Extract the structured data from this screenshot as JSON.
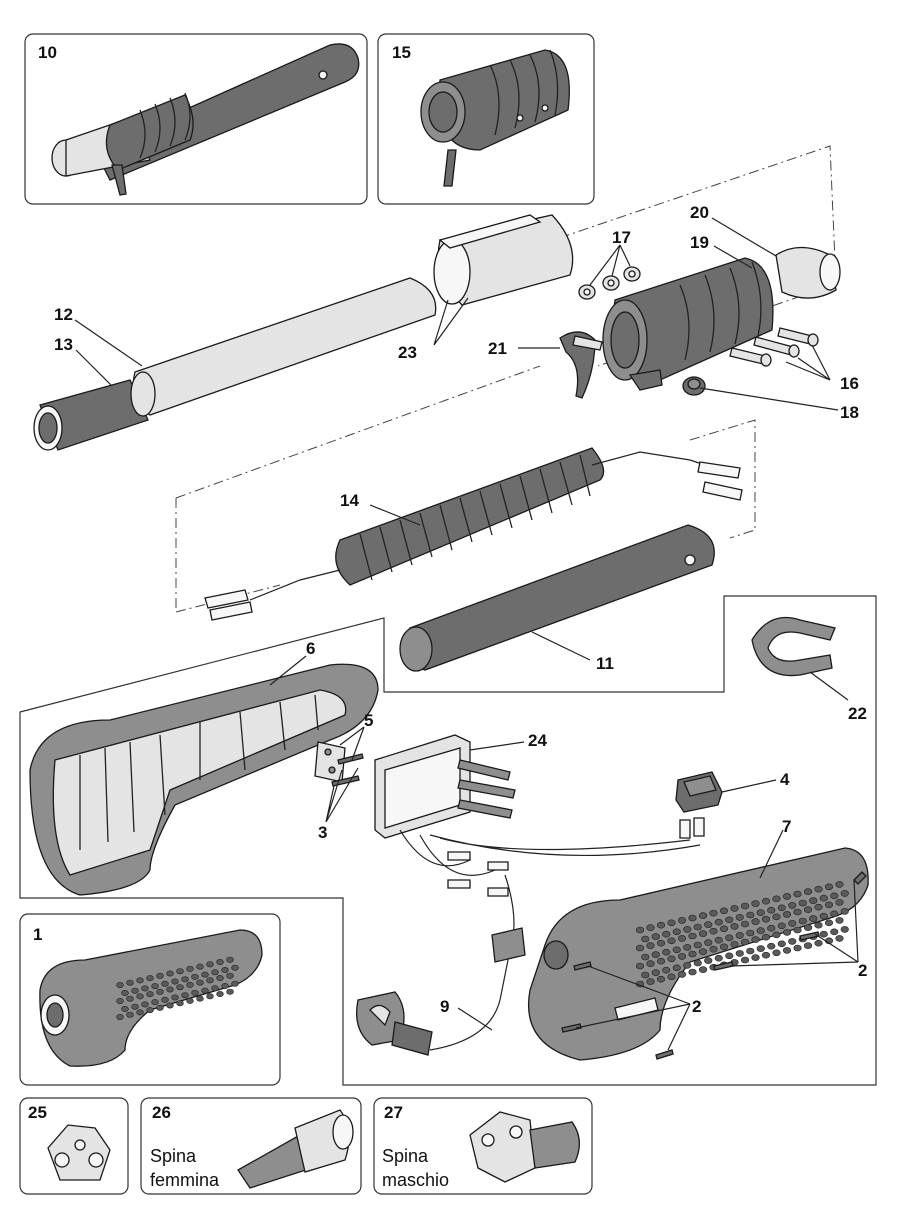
{
  "inset_boxes": [
    {
      "id": "inset-10",
      "number": "10"
    },
    {
      "id": "inset-15",
      "number": "15"
    },
    {
      "id": "inset-1",
      "number": "1"
    },
    {
      "id": "inset-25",
      "number": "25"
    },
    {
      "id": "inset-26",
      "number": "26",
      "caption_line1": "Spina",
      "caption_line2": "femmina"
    },
    {
      "id": "inset-27",
      "number": "27",
      "caption_line1": "Spina",
      "caption_line2": "maschio"
    }
  ],
  "callouts": {
    "c2a": "2",
    "c2b": "2",
    "c3": "3",
    "c4": "4",
    "c5": "5",
    "c6": "6",
    "c7": "7",
    "c9": "9",
    "c11": "11",
    "c12": "12",
    "c13": "13",
    "c14": "14",
    "c16": "16",
    "c17": "17",
    "c18": "18",
    "c19": "19",
    "c20": "20",
    "c21": "21",
    "c22": "22",
    "c23": "23",
    "c24": "24"
  },
  "colors": {
    "part_dark": "#6d6d6d",
    "part_mid": "#8e8e8e",
    "part_light": "#e4e4e4",
    "outline": "#1a1a1a"
  }
}
